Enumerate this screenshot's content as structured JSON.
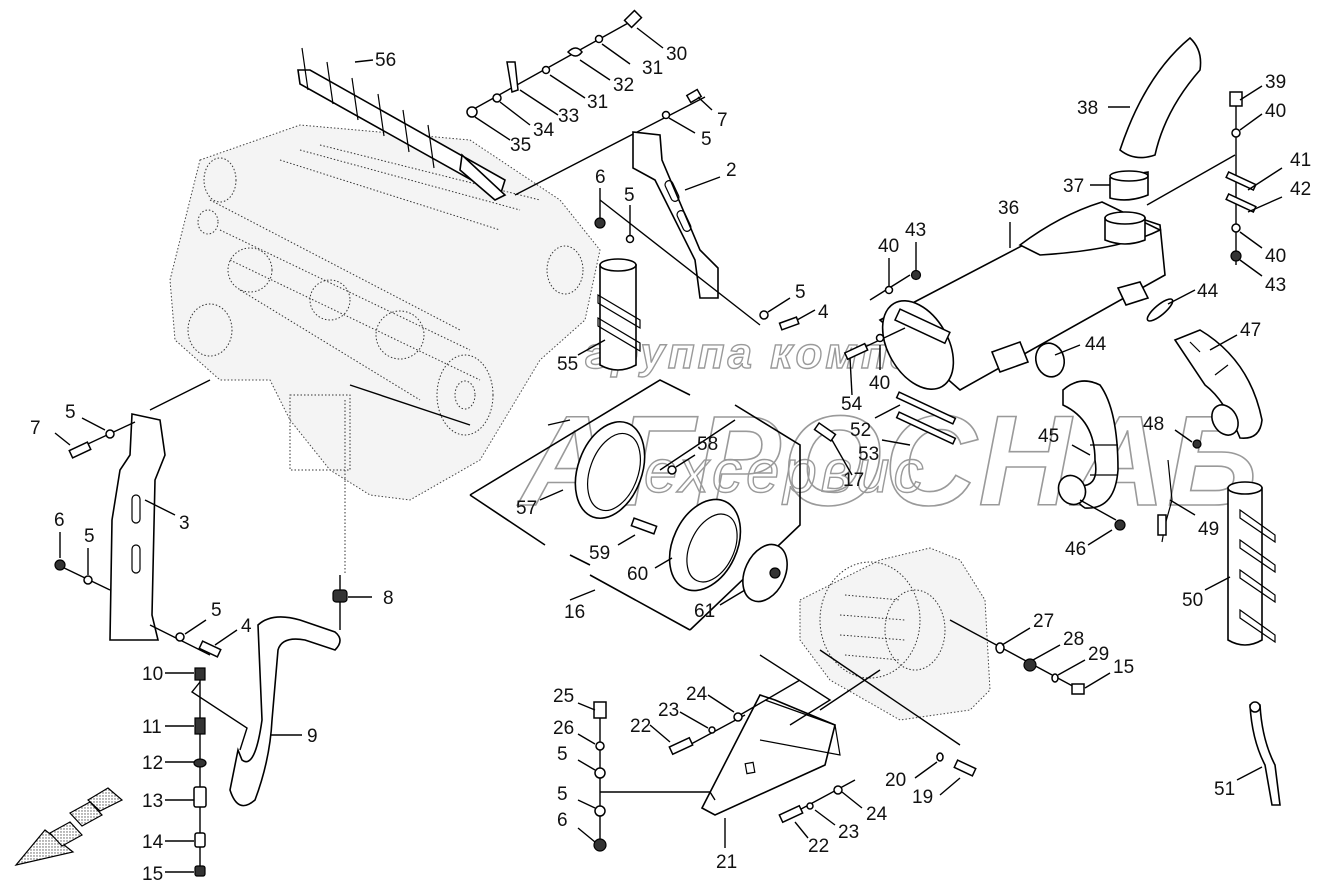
{
  "diagram": {
    "type": "exploded-parts-diagram",
    "subject": "Engine assembly mounting, exhaust and drive coupling",
    "watermark": {
      "line1": "группа компаний",
      "line2": "АГРОСНАБ",
      "line3": "техсервис"
    },
    "callouts": [
      {
        "id": "c56",
        "label": "56",
        "part": "exhaust-heat-shield-manifold"
      },
      {
        "id": "c30",
        "label": "30",
        "part": "bolt"
      },
      {
        "id": "c31a",
        "label": "31",
        "part": "washer"
      },
      {
        "id": "c32",
        "label": "32",
        "part": "clamp"
      },
      {
        "id": "c31b",
        "label": "31",
        "part": "washer"
      },
      {
        "id": "c33",
        "label": "33",
        "part": "bracket"
      },
      {
        "id": "c34",
        "label": "34",
        "part": "washer"
      },
      {
        "id": "c35",
        "label": "35",
        "part": "nut"
      },
      {
        "id": "c7a",
        "label": "7",
        "part": "bolt"
      },
      {
        "id": "c5a",
        "label": "5",
        "part": "washer"
      },
      {
        "id": "c2",
        "label": "2",
        "part": "right-engine-mount-bracket"
      },
      {
        "id": "c6a",
        "label": "6",
        "part": "nut"
      },
      {
        "id": "c5b",
        "label": "5",
        "part": "washer"
      },
      {
        "id": "c5c",
        "label": "5",
        "part": "washer"
      },
      {
        "id": "c4a",
        "label": "4",
        "part": "bolt"
      },
      {
        "id": "c55",
        "label": "55",
        "part": "exhaust-pipe-with-shields"
      },
      {
        "id": "c38",
        "label": "38",
        "part": "exhaust-elbow"
      },
      {
        "id": "c37",
        "label": "37",
        "part": "clamp"
      },
      {
        "id": "c36",
        "label": "36",
        "part": "muffler"
      },
      {
        "id": "c39",
        "label": "39",
        "part": "bolt"
      },
      {
        "id": "c40a",
        "label": "40",
        "part": "washer"
      },
      {
        "id": "c41",
        "label": "41",
        "part": "strap"
      },
      {
        "id": "c42",
        "label": "42",
        "part": "strap"
      },
      {
        "id": "c40b",
        "label": "40",
        "part": "washer"
      },
      {
        "id": "c43a",
        "label": "43",
        "part": "nut"
      },
      {
        "id": "c40c",
        "label": "40",
        "part": "washer"
      },
      {
        "id": "c43b",
        "label": "43",
        "part": "nut"
      },
      {
        "id": "c44a",
        "label": "44",
        "part": "clamp"
      },
      {
        "id": "c44b",
        "label": "44",
        "part": "clamp"
      },
      {
        "id": "c47",
        "label": "47",
        "part": "exhaust-elbow-pipe"
      },
      {
        "id": "c45",
        "label": "45",
        "part": "exhaust-elbow-pipe"
      },
      {
        "id": "c46",
        "label": "46",
        "part": "nut"
      },
      {
        "id": "c48",
        "label": "48",
        "part": "nut"
      },
      {
        "id": "c49",
        "label": "49",
        "part": "sensor"
      },
      {
        "id": "c50",
        "label": "50",
        "part": "exhaust-pipe-with-shields"
      },
      {
        "id": "c51",
        "label": "51",
        "part": "drain-hose"
      },
      {
        "id": "c40d",
        "label": "40",
        "part": "washer"
      },
      {
        "id": "c54",
        "label": "54",
        "part": "bolt"
      },
      {
        "id": "c52",
        "label": "52",
        "part": "strap"
      },
      {
        "id": "c53",
        "label": "53",
        "part": "strap"
      },
      {
        "id": "c17",
        "label": "17",
        "part": "bolt"
      },
      {
        "id": "c58",
        "label": "58",
        "part": "washer"
      },
      {
        "id": "c57",
        "label": "57",
        "part": "coupling-ring"
      },
      {
        "id": "c59",
        "label": "59",
        "part": "bolt"
      },
      {
        "id": "c60",
        "label": "60",
        "part": "coupling-gear"
      },
      {
        "id": "c61",
        "label": "61",
        "part": "hub"
      },
      {
        "id": "c16",
        "label": "16",
        "part": "coupling-assembly"
      },
      {
        "id": "c7b",
        "label": "7",
        "part": "bolt"
      },
      {
        "id": "c5d",
        "label": "5",
        "part": "washer"
      },
      {
        "id": "c3",
        "label": "3",
        "part": "left-engine-mount-bracket"
      },
      {
        "id": "c6b",
        "label": "6",
        "part": "nut"
      },
      {
        "id": "c5e",
        "label": "5",
        "part": "washer"
      },
      {
        "id": "c5f",
        "label": "5",
        "part": "washer"
      },
      {
        "id": "c4b",
        "label": "4",
        "part": "bolt"
      },
      {
        "id": "c8",
        "label": "8",
        "part": "fitting"
      },
      {
        "id": "c9",
        "label": "9",
        "part": "hose"
      },
      {
        "id": "c10",
        "label": "10",
        "part": "fitting"
      },
      {
        "id": "c11",
        "label": "11",
        "part": "adapter"
      },
      {
        "id": "c12",
        "label": "12",
        "part": "seal-ring"
      },
      {
        "id": "c13",
        "label": "13",
        "part": "union"
      },
      {
        "id": "c14",
        "label": "14",
        "part": "adapter"
      },
      {
        "id": "c15a",
        "label": "15",
        "part": "plug"
      },
      {
        "id": "c25",
        "label": "25",
        "part": "bolt"
      },
      {
        "id": "c26",
        "label": "26",
        "part": "washer"
      },
      {
        "id": "c5g",
        "label": "5",
        "part": "washer"
      },
      {
        "id": "c5h",
        "label": "5",
        "part": "washer"
      },
      {
        "id": "c6c",
        "label": "6",
        "part": "nut"
      },
      {
        "id": "c24a",
        "label": "24",
        "part": "washer"
      },
      {
        "id": "c23a",
        "label": "23",
        "part": "washer"
      },
      {
        "id": "c22a",
        "label": "22",
        "part": "bolt"
      },
      {
        "id": "c21",
        "label": "21",
        "part": "gearbox-mount-bracket"
      },
      {
        "id": "c24b",
        "label": "24",
        "part": "washer"
      },
      {
        "id": "c23b",
        "label": "23",
        "part": "washer"
      },
      {
        "id": "c22b",
        "label": "22",
        "part": "bolt"
      },
      {
        "id": "c20",
        "label": "20",
        "part": "washer"
      },
      {
        "id": "c19",
        "label": "19",
        "part": "bolt"
      },
      {
        "id": "c27",
        "label": "27",
        "part": "seal-ring"
      },
      {
        "id": "c28",
        "label": "28",
        "part": "nut"
      },
      {
        "id": "c29",
        "label": "29",
        "part": "seal-ring"
      },
      {
        "id": "c15b",
        "label": "15",
        "part": "plug"
      }
    ]
  }
}
